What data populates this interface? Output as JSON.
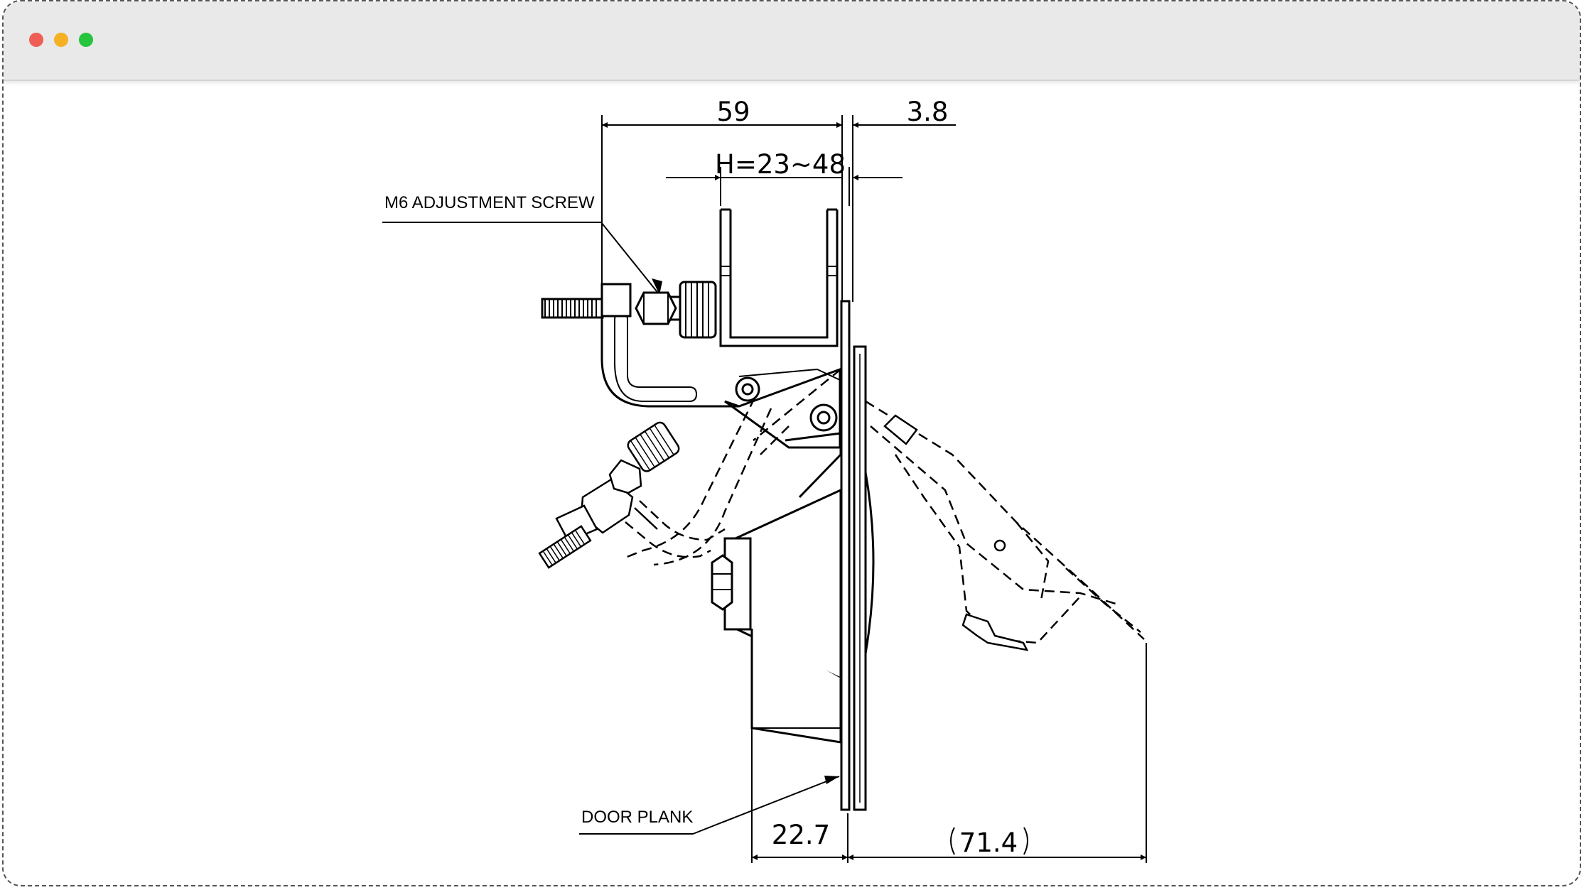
{
  "window": {
    "controls": {
      "close_color": "#ee5e55",
      "minimize_color": "#f5b024",
      "maximize_color": "#27c43d"
    }
  },
  "diagram": {
    "dimensions": {
      "width_59": "59",
      "gap_3_8": "3.8",
      "height_range": "H=23~48",
      "depth_22_7": "22.7",
      "swing_71_4": "71.4"
    },
    "callouts": {
      "adjustment_screw": "M6 ADJUSTMENT SCREW",
      "door_plank": "DOOR PLANK"
    }
  }
}
